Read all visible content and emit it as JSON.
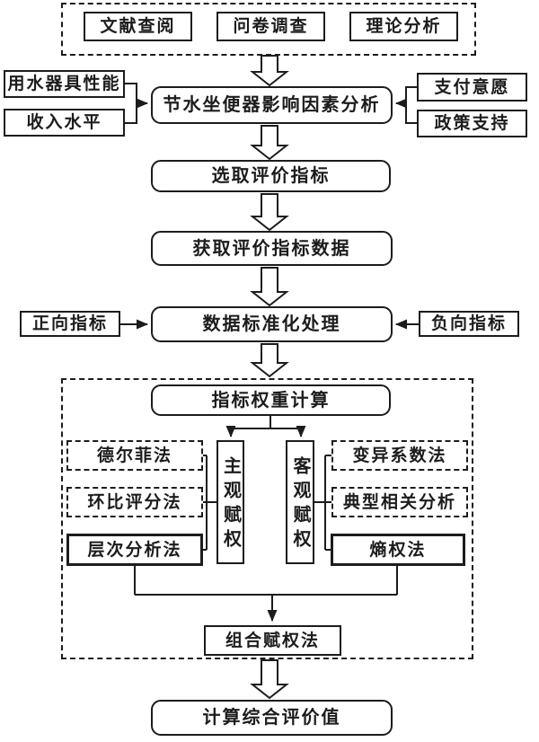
{
  "colors": {
    "ink": "#1c1c1c",
    "bg": "#ffffff"
  },
  "top_methods": {
    "literature_review": "文献查阅",
    "questionnaire_survey": "问卷调查",
    "theoretical_analysis": "理论分析"
  },
  "factor_analysis": {
    "title": "节水坐便器影响因素分析",
    "left_inputs": {
      "appliance_performance": "用水器具性能",
      "income_level": "收入水平"
    },
    "right_inputs": {
      "willingness_to_pay": "支付意愿",
      "policy_support": "政策支持"
    }
  },
  "pipeline": {
    "select_indicators": "选取评价指标",
    "obtain_indicator_data": "获取评价指标数据",
    "data_standardization": "数据标准化处理",
    "positive_indicators": "正向指标",
    "negative_indicators": "负向指标"
  },
  "weighting": {
    "title": "指标权重计算",
    "subjective": {
      "label": "主观赋权",
      "methods": [
        "德尔菲法",
        "环比评分法",
        "层次分析法"
      ]
    },
    "objective": {
      "label": "客观赋权",
      "methods": [
        "变异系数法",
        "典型相关分析",
        "熵权法"
      ]
    },
    "combined": "组合赋权法"
  },
  "final_step": "计算综合评价值"
}
